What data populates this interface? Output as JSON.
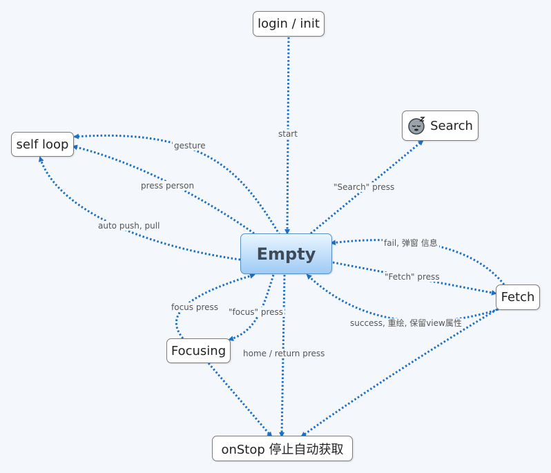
{
  "nodes": {
    "central": "Empty",
    "login": "login / init",
    "search": "Search",
    "self_loop": "self loop",
    "fetch": "Fetch",
    "focusing": "Focusing",
    "onstop": "onStop 停止自动获取"
  },
  "edge_labels": {
    "start": "start",
    "gesture": "gesture",
    "press_person": "press person",
    "auto_push_pull": "auto push, pull",
    "search_press": "\"Search\" press",
    "fail": "fail, 弹窗  信息",
    "fetch_press": "\"Fetch\" press",
    "success": "success, 重绘,  保留view属性",
    "focus_press": "focus press",
    "focus_quoted_press": "\"focus\" press",
    "home_return": "home / return press"
  },
  "icons": {
    "search": "sleeping-face-icon"
  },
  "colors": {
    "edge": "#1c6fc6",
    "central_fill": "#9ecbf5"
  }
}
